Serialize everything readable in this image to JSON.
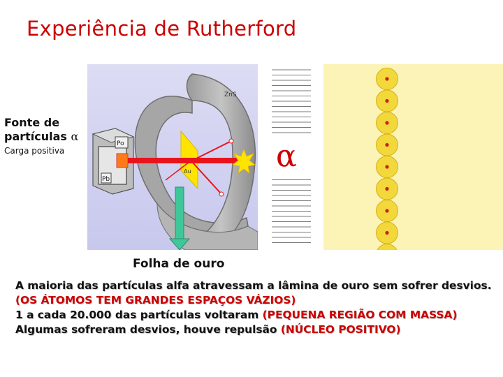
{
  "title": "Experiência de Rutherford",
  "source_label_line1": "Fonte de",
  "source_label_line2": "partículas",
  "alpha_symbol": "α",
  "source_sublabel": "Carga positiva",
  "foil_label": "Folha de ouro",
  "apparatus": {
    "screen_label": "ZnS",
    "source_block_label_top": "Po",
    "source_block_label_bottom": "Pb",
    "foil_tag": "Au"
  },
  "atom_model": {
    "alpha_label": "α",
    "nucleus_count": 8
  },
  "bottom_text": {
    "line1": "A maioria das partículas alfa atravessam a lâmina de ouro sem sofrer desvios.",
    "line2": "(OS ÁTOMOS TEM GRANDES ESPAÇOS VÁZIOS)",
    "line3_main": "1 a cada 20.000 das partículas voltaram ",
    "line3_highlight": "(PEQUENA REGIÃO COM MASSA)",
    "line4_main": "Algumas sofreram desvios, houve repulsão ",
    "line4_highlight": "(NÚCLEO POSITIVO)"
  },
  "colors": {
    "title": "#cc0000",
    "beam": "#e8141c",
    "foil": "#ffe400",
    "arrow": "#3fc79a",
    "right_panel_bg": "#fcf3b6",
    "atom_fill": "#f2d83a",
    "nucleus": "#c9201c"
  }
}
